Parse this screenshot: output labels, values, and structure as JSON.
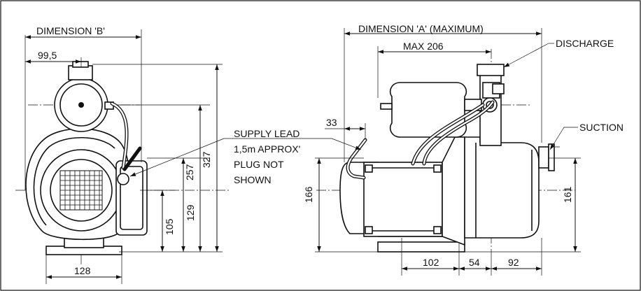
{
  "labels": {
    "dimension_b": "DIMENSION 'B'",
    "dimension_a": "DIMENSION 'A' (MAXIMUM)",
    "max_206": "MAX 206",
    "discharge": "DISCHARGE",
    "suction": "SUCTION",
    "supply_lead": [
      "SUPPLY LEAD",
      "1,5m APPROX'",
      "PLUG NOT",
      "SHOWN"
    ]
  },
  "dimensions": {
    "d99_5": "99,5",
    "d128": "128",
    "d105": "105",
    "d129": "129",
    "d257": "257",
    "d327": "327",
    "d33": "33",
    "d166": "166",
    "d161": "161",
    "d102": "102",
    "d54": "54",
    "d92": "92"
  }
}
